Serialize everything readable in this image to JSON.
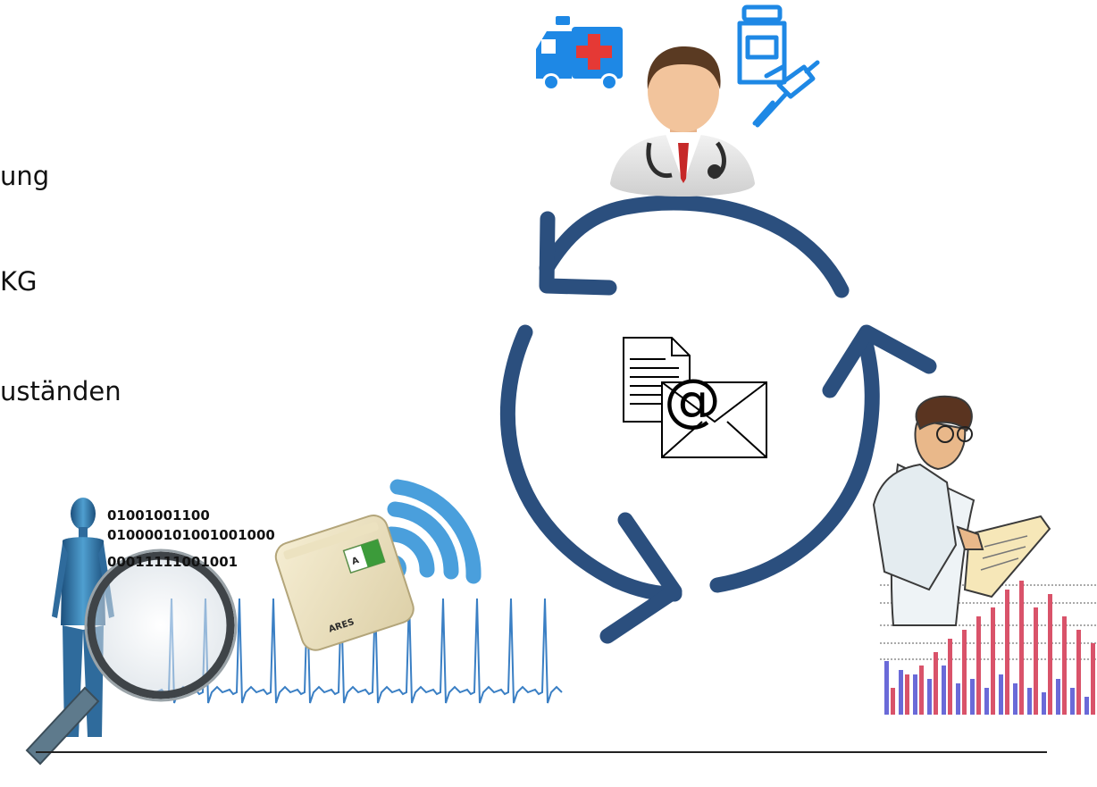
{
  "bullets": [
    {
      "text": "ung"
    },
    {
      "text": "KG"
    },
    {
      "text": "uständen"
    }
  ],
  "binary_lines": [
    "01001001100",
    "010000101001001000",
    "00011111001001"
  ],
  "device": {
    "label": "ARES",
    "badge": "A"
  },
  "email": {
    "symbol": "@"
  },
  "colors": {
    "cycle_arrow": "#2b4f7e",
    "wireless": "#4a9fdc",
    "icons": "#1e88e5",
    "medical_cross": "#e53935",
    "bar_red": "#d9536a",
    "bar_blue": "#6a6ad8",
    "ecg": "#3a7fc4"
  }
}
